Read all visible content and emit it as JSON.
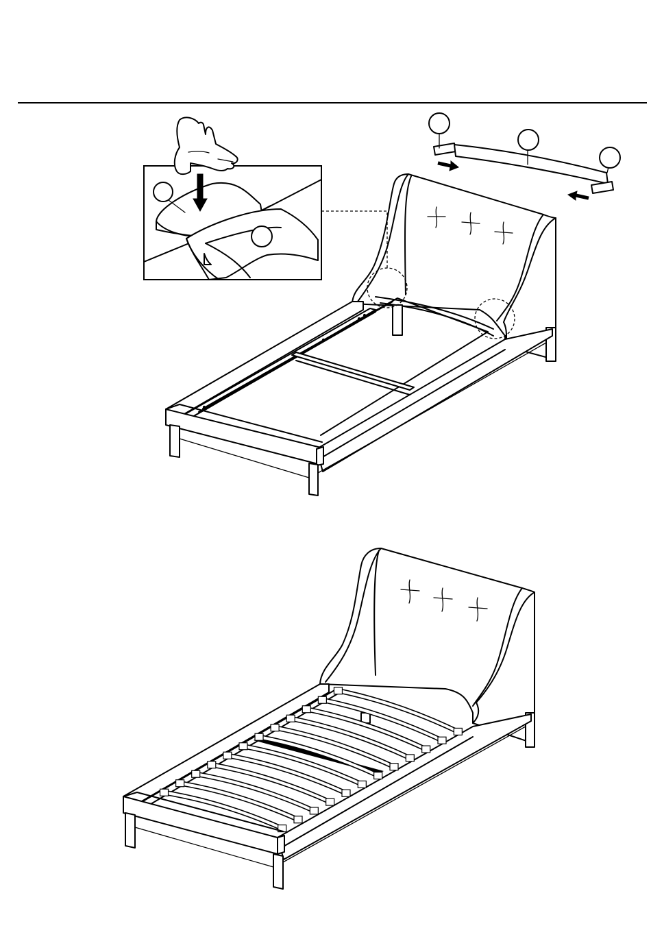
{
  "figure": {
    "steps": [
      {
        "id": "step-slat-installation"
      },
      {
        "id": "step-completed-bed"
      }
    ],
    "callouts": [
      {
        "id": "callout-slat-holder-left",
        "label": ""
      },
      {
        "id": "callout-slat",
        "label": ""
      },
      {
        "id": "callout-slat-holder-right",
        "label": ""
      },
      {
        "id": "callout-detail-holder",
        "label": ""
      },
      {
        "id": "callout-detail-slat",
        "label": ""
      }
    ],
    "slat_count": 12,
    "line_color": "#000000",
    "background_color": "#ffffff"
  }
}
